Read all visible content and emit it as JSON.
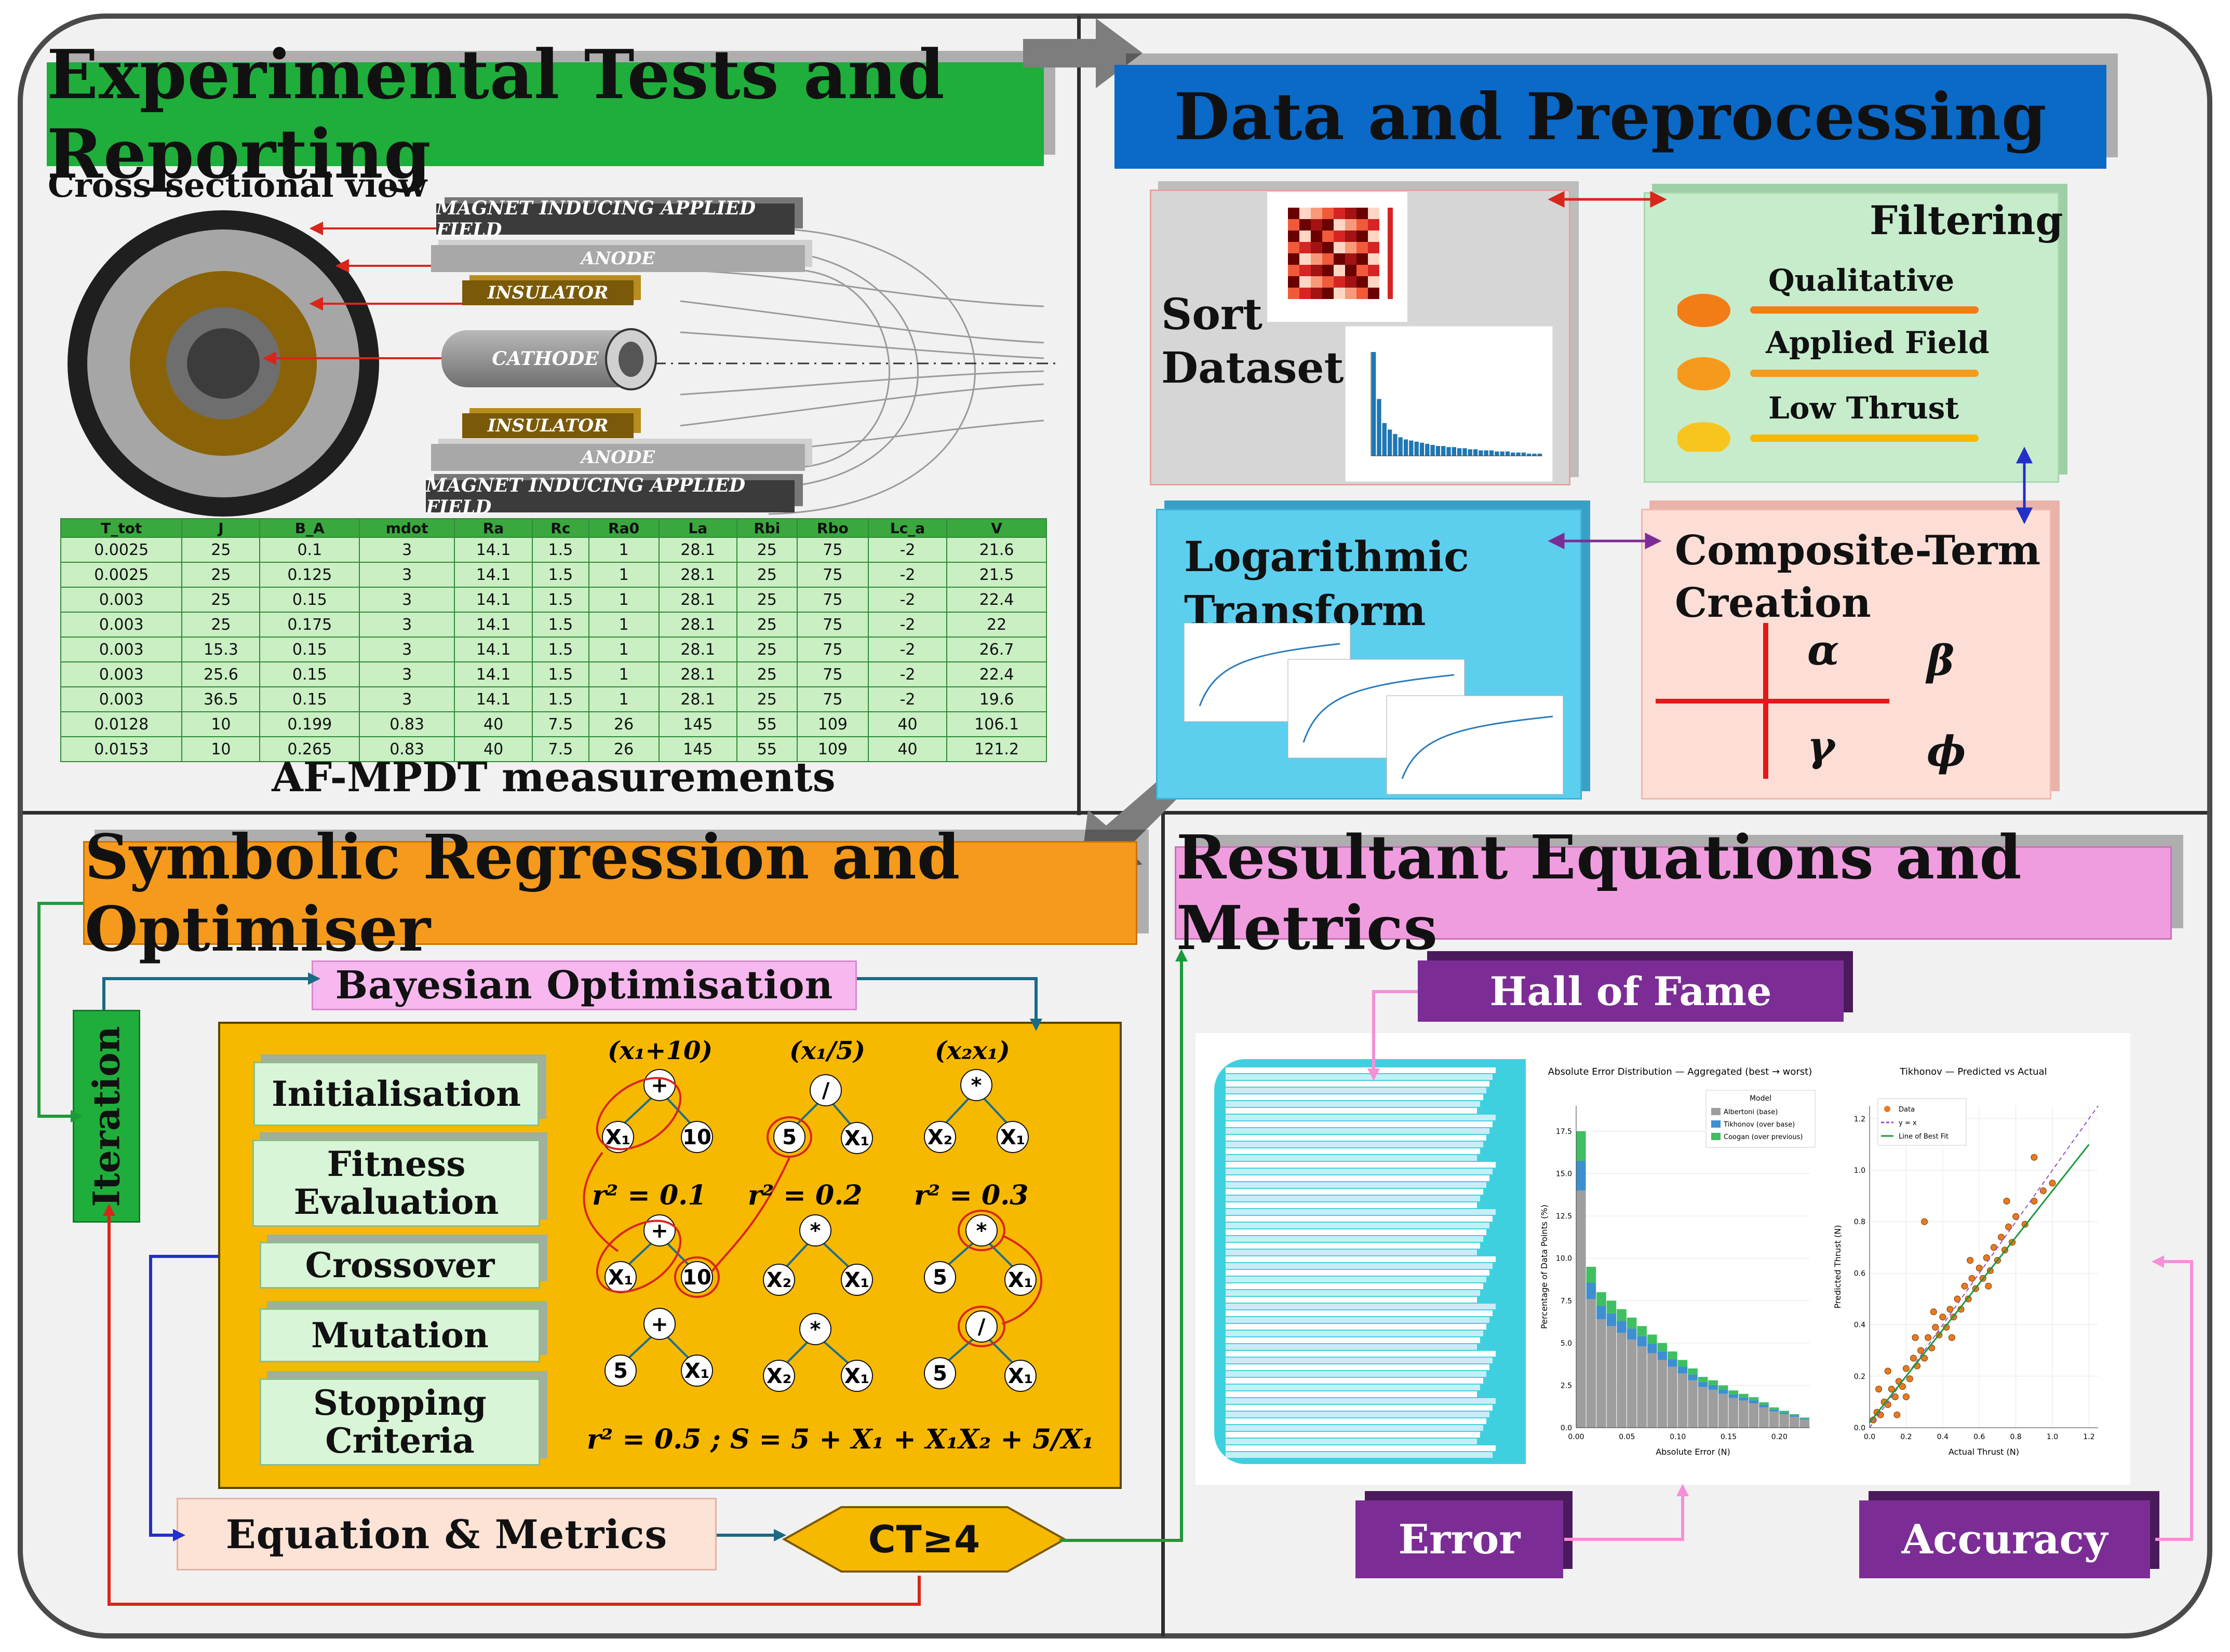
{
  "panels": {
    "experimental": {
      "title": "Experimental Tests and Reporting",
      "cross_section_label": "Cross-sectional view",
      "thruster_labels": {
        "magnet_top": "MAGNET INDUCING APPLIED FIELD",
        "anode_top": "ANODE",
        "insulator_top": "INSULATOR",
        "cathode": "CATHODE",
        "insulator_bottom": "INSULATOR",
        "anode_bottom": "ANODE",
        "magnet_bottom": "MAGNET INDUCING APPLIED FIELD"
      },
      "table": {
        "headers": [
          "T_tot",
          "J",
          "B_A",
          "mdot",
          "Ra",
          "Rc",
          "Ra0",
          "La",
          "Rbi",
          "Rbo",
          "Lc_a",
          "V"
        ],
        "rows": [
          [
            "0.0025",
            "25",
            "0.1",
            "3",
            "14.1",
            "1.5",
            "1",
            "28.1",
            "25",
            "75",
            "-2",
            "21.6"
          ],
          [
            "0.0025",
            "25",
            "0.125",
            "3",
            "14.1",
            "1.5",
            "1",
            "28.1",
            "25",
            "75",
            "-2",
            "21.5"
          ],
          [
            "0.003",
            "25",
            "0.15",
            "3",
            "14.1",
            "1.5",
            "1",
            "28.1",
            "25",
            "75",
            "-2",
            "22.4"
          ],
          [
            "0.003",
            "25",
            "0.175",
            "3",
            "14.1",
            "1.5",
            "1",
            "28.1",
            "25",
            "75",
            "-2",
            "22"
          ],
          [
            "0.003",
            "15.3",
            "0.15",
            "3",
            "14.1",
            "1.5",
            "1",
            "28.1",
            "25",
            "75",
            "-2",
            "26.7"
          ],
          [
            "0.003",
            "25.6",
            "0.15",
            "3",
            "14.1",
            "1.5",
            "1",
            "28.1",
            "25",
            "75",
            "-2",
            "22.4"
          ],
          [
            "0.003",
            "36.5",
            "0.15",
            "3",
            "14.1",
            "1.5",
            "1",
            "28.1",
            "25",
            "75",
            "-2",
            "19.6"
          ],
          [
            "0.0128",
            "10",
            "0.199",
            "0.83",
            "40",
            "7.5",
            "26",
            "145",
            "55",
            "109",
            "40",
            "106.1"
          ],
          [
            "0.0153",
            "10",
            "0.265",
            "0.83",
            "40",
            "7.5",
            "26",
            "145",
            "55",
            "109",
            "40",
            "121.2"
          ]
        ]
      },
      "caption": "AF-MPDT measurements"
    },
    "data": {
      "title": "Data and Preprocessing",
      "sort_label": [
        "Sort",
        "Dataset"
      ],
      "filtering": {
        "title": "Filtering",
        "items": [
          "Qualitative",
          "Applied Field",
          "Low Thrust"
        ]
      },
      "log_label": [
        "Logarithmic",
        "Transform"
      ],
      "composite": {
        "title": [
          "Composite-Term",
          "Creation"
        ],
        "symbols": [
          "α",
          "β",
          "γ",
          "ϕ"
        ]
      }
    },
    "symbolic": {
      "title": "Symbolic Regression and Optimiser",
      "bayesian": "Bayesian Optimisation",
      "iteration": "Iteration",
      "steps": [
        "Initialisation",
        "Fitness Evaluation",
        "Crossover",
        "Mutation",
        "Stopping Criteria"
      ],
      "equation_box": "Equation & Metrics",
      "criterion": "CT≥4"
    },
    "results": {
      "title": "Resultant Equations and Metrics",
      "hall": "Hall of Fame",
      "error": "Error",
      "accuracy": "Accuracy"
    }
  },
  "colors": {
    "green_banner": "#1fae3b",
    "blue_banner": "#0b69c7",
    "orange_banner": "#f59a1c",
    "pink_banner": "#f09de0",
    "gold_panel": "#f7b800",
    "purple_button": "#7c2d95"
  },
  "chart_data": [
    {
      "type": "heatmap",
      "title": "Correlation Heatmap"
    },
    {
      "type": "bar",
      "title": "Distribution of Thrusters in Dataset",
      "values": [
        95,
        52,
        30,
        24,
        20,
        17,
        15,
        14,
        13,
        12,
        11,
        10,
        9,
        9,
        8,
        8,
        7,
        7,
        6,
        6,
        5,
        5,
        5,
        4,
        4,
        4,
        3,
        3,
        3,
        2,
        2,
        2
      ]
    },
    {
      "type": "line",
      "title": "Logarithmic Scale for Discharge Current"
    },
    {
      "type": "bar",
      "title": "Absolute Error Distribution — Aggregated (best → worst)",
      "xlabel": "Absolute Error (N)",
      "ylabel": "Percentage of Data Points (%)",
      "x": [
        0.005,
        0.015,
        0.025,
        0.035,
        0.045,
        0.055,
        0.065,
        0.075,
        0.085,
        0.095,
        0.105,
        0.115,
        0.125,
        0.135,
        0.145,
        0.155,
        0.165,
        0.175,
        0.185,
        0.195,
        0.205,
        0.215,
        0.225
      ],
      "values": [
        17.5,
        9.5,
        8,
        7.5,
        7,
        6.5,
        6,
        5.5,
        5,
        4.5,
        4,
        3.5,
        3,
        2.8,
        2.5,
        2.2,
        2,
        1.8,
        1.5,
        1.2,
        1,
        0.8,
        0.6
      ],
      "series": [
        {
          "name": "Albertoni (base)"
        },
        {
          "name": "Tikhonov (over base)"
        },
        {
          "name": "Coogan (over previous)"
        }
      ],
      "legend_title": "Model",
      "xlim": [
        0,
        0.23
      ],
      "ylim": [
        0,
        19
      ],
      "xticks": [
        "0.00",
        "0.05",
        "0.10",
        "0.15",
        "0.20"
      ],
      "yticks": [
        "0.0",
        "2.5",
        "5.0",
        "7.5",
        "10.0",
        "12.5",
        "15.0",
        "17.5"
      ],
      "grid": true,
      "legend_position": "top-right"
    },
    {
      "type": "scatter",
      "title": "Tikhonov — Predicted vs Actual",
      "xlabel": "Actual Thrust (N)",
      "ylabel": "Predicted Thrust (N)",
      "xlim": [
        0,
        1.25
      ],
      "ylim": [
        0,
        1.25
      ],
      "xticks": [
        "0.0",
        "0.2",
        "0.4",
        "0.6",
        "0.8",
        "1.0",
        "1.2"
      ],
      "yticks": [
        "0.0",
        "0.2",
        "0.4",
        "0.6",
        "0.8",
        "1.0",
        "1.2"
      ],
      "series": [
        {
          "name": "Data"
        },
        {
          "name": "y = x"
        },
        {
          "name": "Line of Best Fit"
        }
      ],
      "points": [
        [
          0.02,
          0.03
        ],
        [
          0.04,
          0.06
        ],
        [
          0.06,
          0.05
        ],
        [
          0.08,
          0.1
        ],
        [
          0.1,
          0.09
        ],
        [
          0.12,
          0.15
        ],
        [
          0.14,
          0.12
        ],
        [
          0.16,
          0.18
        ],
        [
          0.18,
          0.16
        ],
        [
          0.2,
          0.23
        ],
        [
          0.22,
          0.19
        ],
        [
          0.24,
          0.27
        ],
        [
          0.26,
          0.24
        ],
        [
          0.28,
          0.3
        ],
        [
          0.3,
          0.27
        ],
        [
          0.32,
          0.35
        ],
        [
          0.34,
          0.31
        ],
        [
          0.36,
          0.39
        ],
        [
          0.38,
          0.36
        ],
        [
          0.4,
          0.43
        ],
        [
          0.42,
          0.39
        ],
        [
          0.44,
          0.46
        ],
        [
          0.46,
          0.43
        ],
        [
          0.48,
          0.5
        ],
        [
          0.5,
          0.46
        ],
        [
          0.52,
          0.55
        ],
        [
          0.54,
          0.5
        ],
        [
          0.56,
          0.58
        ],
        [
          0.58,
          0.54
        ],
        [
          0.6,
          0.62
        ],
        [
          0.62,
          0.58
        ],
        [
          0.64,
          0.66
        ],
        [
          0.66,
          0.61
        ],
        [
          0.68,
          0.7
        ],
        [
          0.7,
          0.65
        ],
        [
          0.72,
          0.74
        ],
        [
          0.74,
          0.69
        ],
        [
          0.76,
          0.78
        ],
        [
          0.78,
          0.72
        ],
        [
          0.8,
          0.82
        ],
        [
          0.85,
          0.79
        ],
        [
          0.9,
          0.88
        ],
        [
          0.95,
          0.92
        ],
        [
          1.0,
          0.95
        ],
        [
          0.3,
          0.8
        ],
        [
          0.1,
          0.22
        ],
        [
          0.2,
          0.12
        ],
        [
          0.35,
          0.45
        ],
        [
          0.45,
          0.35
        ],
        [
          0.55,
          0.65
        ],
        [
          0.65,
          0.55
        ],
        [
          0.15,
          0.05
        ],
        [
          0.25,
          0.35
        ],
        [
          0.05,
          0.15
        ],
        [
          0.9,
          1.05
        ],
        [
          0.75,
          0.88
        ]
      ],
      "grid": true,
      "legend_position": "top-left"
    }
  ]
}
